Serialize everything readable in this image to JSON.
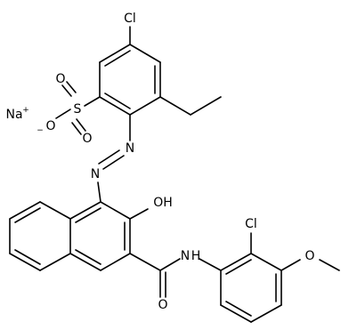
{
  "structure": {
    "counterion": {
      "symbol": "Na",
      "charge": "+"
    },
    "atom_labels": {
      "cl_top": "Cl",
      "o_sulfonate_upper": "O",
      "s_sulfonate": "S",
      "o_sulfonate_minus": "O",
      "minus_sign": "−",
      "o_sulfonate_lower": "O",
      "n_azo_1": "N",
      "n_azo_2": "N",
      "hydroxyl": "OH",
      "cl_anilide": "Cl",
      "o_methoxy": "O",
      "nh_amide": "N",
      "h_amide": "H",
      "o_carbonyl": "O"
    }
  }
}
